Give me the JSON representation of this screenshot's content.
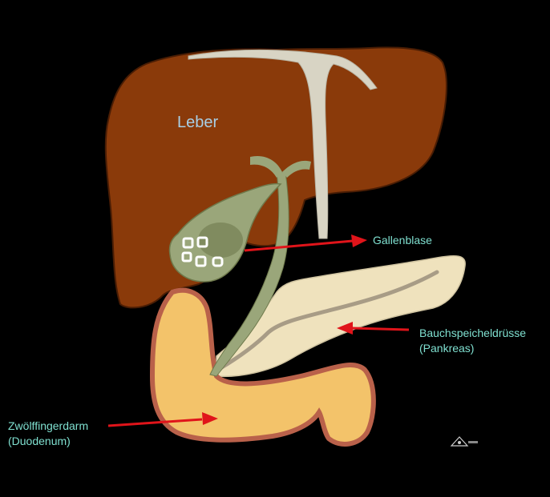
{
  "colors": {
    "background": "#000000",
    "liver": "#8a3a0a",
    "liver_outline": "#4a1d04",
    "ligament": "#d8d4c4",
    "gallbladder": "#9aa67a",
    "gallbladder_dark": "#6f7a4c",
    "stones": "#ffffff",
    "pancreas": "#efe2bd",
    "pancreas_line": "#a89c86",
    "duodenum": "#f3c36a",
    "duodenum_outline": "#b9614a",
    "arrow": "#e0141a",
    "label_organ": "#7fe0d0",
    "label_liver": "#a8cfe6"
  },
  "labels": {
    "liver": "Leber",
    "gallbladder": "Gallenblase",
    "pancreas_line1": "Bauchspeicheldrüsse",
    "pancreas_line2": "(Pankreas)",
    "duodenum_line1": "Zwölffingerdarm",
    "duodenum_line2": "(Duodenum)"
  },
  "icons": {
    "logo": "triangle-logo-icon"
  }
}
